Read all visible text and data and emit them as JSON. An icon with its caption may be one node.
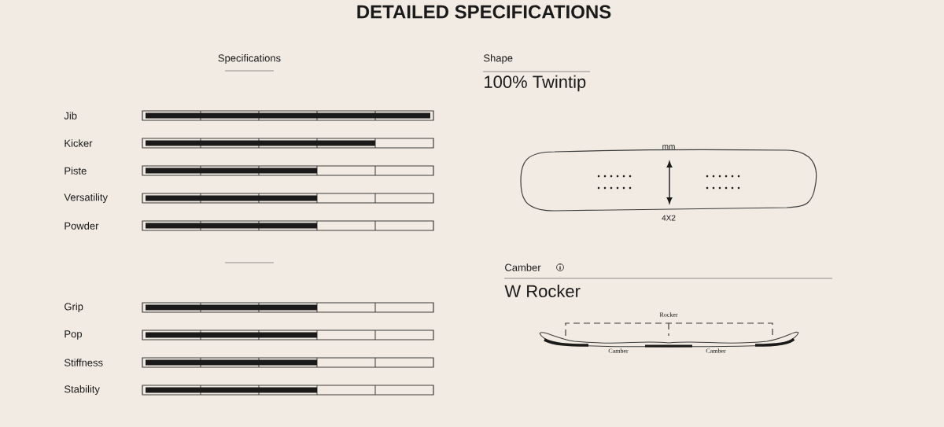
{
  "diagram": {
    "title": "DETAILED SPECIFICATIONS",
    "labels": [
      "Specifications",
      "Shape",
      "100% Twintip",
      "Jib",
      "Kicker",
      "Piste",
      "Versatility",
      "Powder",
      "mm",
      "4X2",
      "Camber",
      "W Rocker",
      "Rocker",
      "Grip",
      "Camber",
      "Camber",
      "Pop",
      "Stiffness",
      "Stability"
    ]
  }
}
